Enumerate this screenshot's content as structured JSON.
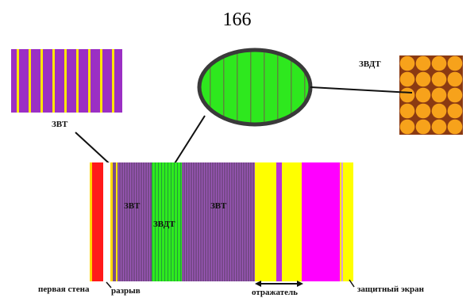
{
  "page_number": "166",
  "labels": {
    "zvt_top": "ЗВТ",
    "zvdt_top": "ЗВДТ",
    "zvt_left": "ЗВТ",
    "zvdt_mid": "ЗВДТ",
    "zvt_right": "ЗВТ",
    "first_wall": "первая стена",
    "gap": "разрыв",
    "reflector": "отражатель",
    "shield": "защитный экран"
  },
  "colors": {
    "purple": "#7a4b8a",
    "green": "#2ee81e",
    "yellow": "#ffff00",
    "magenta": "#ff00ff",
    "red": "#ff0000",
    "orange": "#f7a21b",
    "brown": "#8b3a12"
  }
}
